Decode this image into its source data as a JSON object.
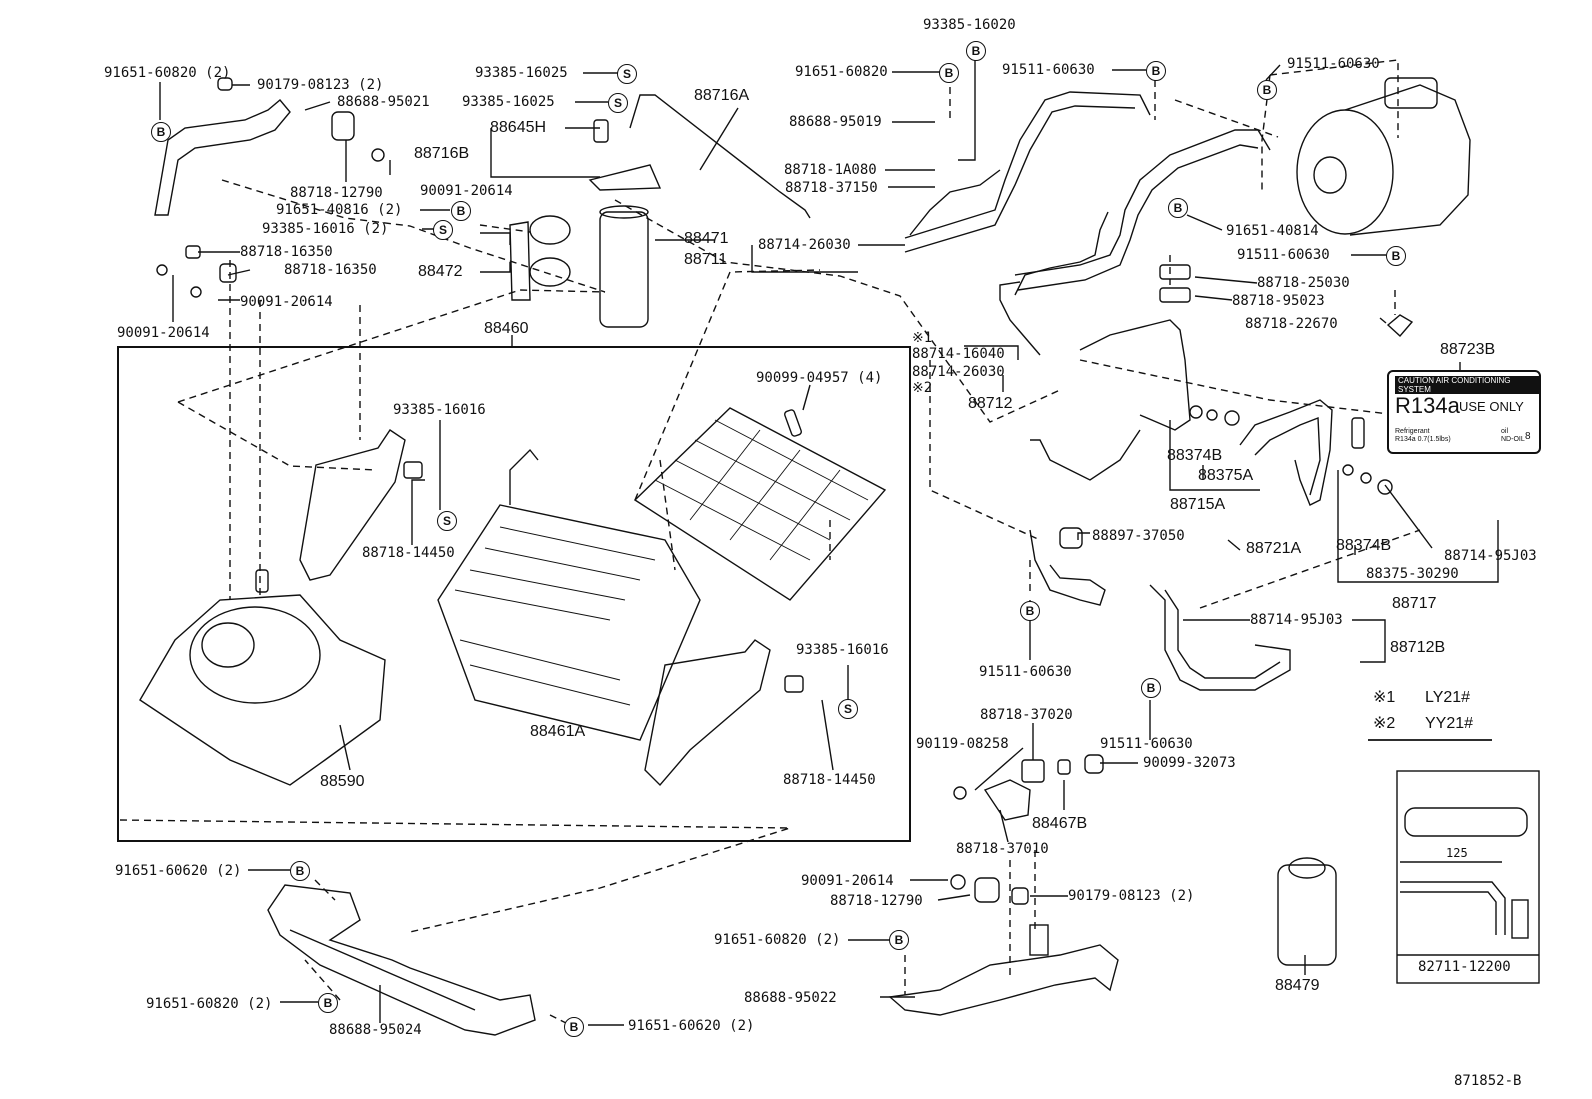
{
  "diagram_id": "871852-B",
  "parts": {
    "p91651_60820_2_tl": "91651-60820 (2)",
    "p90179_08123_2_tl": "90179-08123 (2)",
    "p88688_95021": "88688-95021",
    "p88718_12790_tl": "88718-12790",
    "p90091_20614_tl": "90091-20614",
    "p91651_40816_2": "91651-40816 (2)",
    "p93385_16016_2": "93385-16016 (2)",
    "p88718_16350_a": "88718-16350",
    "p88718_16350_b": "88718-16350",
    "p90091_20614_ml": "90091-20614",
    "p90091_20614_l": "90091-20614",
    "p88472": "88472",
    "p88460": "88460",
    "p93385_16025_a": "93385-16025",
    "p93385_16025_b": "93385-16025",
    "p88645H": "88645H",
    "p88716B": "88716B",
    "p88716A": "88716A",
    "p88471": "88471",
    "p88714_26030_a": "88714-26030",
    "p88711": "88711",
    "p93385_16020": "93385-16020",
    "p91651_60820_top": "91651-60820",
    "p88688_95019": "88688-95019",
    "p88718_1A080": "88718-1A080",
    "p88718_37150": "88718-37150",
    "p91511_60630_top": "91511-60630",
    "p91511_60630_tr": "91511-60630",
    "p91651_40814": "91651-40814",
    "p91511_60630_r": "91511-60630",
    "p88718_25030": "88718-25030",
    "p88718_95023": "88718-95023",
    "p88718_22670": "88718-22670",
    "note1_mark": "※1",
    "p88714_16040": "88714-16040",
    "p88714_26030_b": "88714-26030",
    "note2_mark": "※2",
    "p88712": "88712",
    "p88723B": "88723B",
    "p93385_16016_c": "93385-16016",
    "p88718_14450_a": "88718-14450",
    "p90099_04957_4": "90099-04957 (4)",
    "p88374B_a": "88374B",
    "p88375A": "88375A",
    "p88715A": "88715A",
    "p88897_37050": "88897-37050",
    "p88721A": "88721A",
    "p88374B_b": "88374B",
    "p88714_95J03_a": "88714-95J03",
    "p88375_30290": "88375-30290",
    "p88717": "88717",
    "p88714_95J03_b": "88714-95J03",
    "p88712B": "88712B",
    "p91511_60630_ml": "91511-60630",
    "p93385_16016_d": "93385-16016",
    "p88461A": "88461A",
    "p88718_14450_b": "88718-14450",
    "p88590": "88590",
    "p88718_37020": "88718-37020",
    "p90119_08258": "90119-08258",
    "p91511_60630_mr": "91511-60630",
    "p90099_32073": "90099-32073",
    "p88467B": "88467B",
    "p88718_37010": "88718-37010",
    "p91651_60620_2_a": "91651-60620 (2)",
    "p91651_60820_2_bl": "91651-60820 (2)",
    "p88688_95024": "88688-95024",
    "p91651_60620_2_b": "91651-60620 (2)",
    "p90091_20614_b": "90091-20614",
    "p88718_12790_b": "88718-12790",
    "p90179_08123_2_b": "90179-08123 (2)",
    "p91651_60820_2_bm": "91651-60820 (2)",
    "p88688_95022": "88688-95022",
    "p88479": "88479",
    "p82711_12200": "82711-12200",
    "dim_125": "125"
  },
  "markers": {
    "bolt": "B",
    "screw": "S"
  },
  "notes": {
    "n1_mark": "※1",
    "n1_text": "LY21#",
    "n2_mark": "※2",
    "n2_text": "YY21#"
  },
  "decal": {
    "caption": "CAUTION AIR CONDITIONING SYSTEM",
    "refrigerant": "R134a",
    "use_only": "USE ONLY",
    "row1": "Refrigerant",
    "row2": "R134a 0.7(1.5lbs)",
    "row3": "oil",
    "row4": "ND-OIL",
    "oil_num": "8"
  }
}
